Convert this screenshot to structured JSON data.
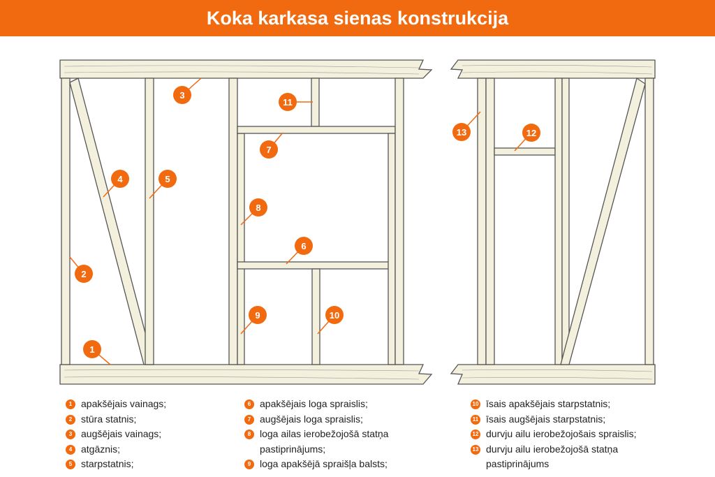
{
  "title": "Koka karkasa sienas konstrukcija",
  "colors": {
    "accent": "#f26a0f",
    "wood": "#f4f0de",
    "outline": "#555555"
  },
  "markers": [
    "1",
    "2",
    "3",
    "4",
    "5",
    "6",
    "7",
    "8",
    "9",
    "10",
    "11",
    "12",
    "13"
  ],
  "legend": [
    {
      "n": "1",
      "text": "apakšējais vainags;"
    },
    {
      "n": "2",
      "text": "stūra statnis;"
    },
    {
      "n": "3",
      "text": "augšējais vainags;"
    },
    {
      "n": "4",
      "text": "atgāznis;"
    },
    {
      "n": "5",
      "text": "starpstatnis;"
    },
    {
      "n": "6",
      "text": "apakšējais loga spraislis;"
    },
    {
      "n": "7",
      "text": "augšējais loga spraislis;"
    },
    {
      "n": "8",
      "text": "loga ailas ierobežojošā statņa pastiprinājums;"
    },
    {
      "n": "9",
      "text": "loga apakšējā spraišļa balsts;"
    },
    {
      "n": "10",
      "text": "īsais apakšējais starpstatnis;"
    },
    {
      "n": "11",
      "text": "īsais augšējais starpstatnis;"
    },
    {
      "n": "12",
      "text": "durvju ailu ierobežojošais spraislis;"
    },
    {
      "n": "13",
      "text": "durvju ailu ierobežojošā statņa pastiprinājums"
    }
  ]
}
